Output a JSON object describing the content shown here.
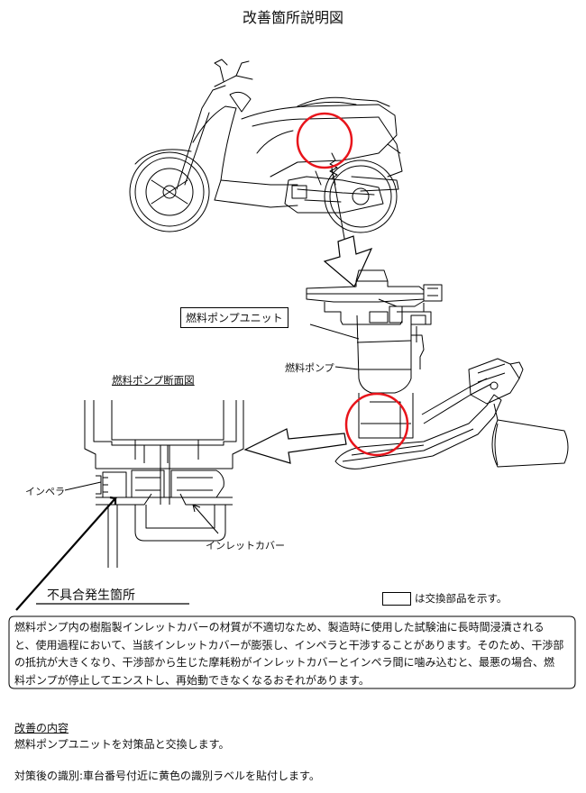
{
  "page_title": "改善箇所説明図",
  "labels": {
    "pump_unit": "燃料ポンプユニット",
    "fuel_pump": "燃料ポンプ",
    "section_view": "燃料ポンプ断面図",
    "impeller": "インペラ",
    "inlet_cover": "インレットカバー",
    "defect_location": "不具合発生箇所"
  },
  "legend": {
    "text": "は交換部品を示す。"
  },
  "description": "燃料ポンプ内の樹脂製インレットカバーの材質が不適切なため、製造時に使用した試験油に長時間浸漬されると、使用過程において、当該インレットカバーが膨張し、インペラと干渉することがあります。そのため、干渉部の抵抗が大きくなり、干渉部から生じた摩耗粉がインレットカバーとインペラ間に噛み込むと、最悪の場合、燃料ポンプが停止してエンストし、再始動できなくなるおそれがあります。",
  "improvement": {
    "heading": "改善の内容",
    "body": "燃料ポンプユニットを対策品と交換します。"
  },
  "identification": "対策後の識別:車台番号付近に黄色の識別ラベルを貼付します。",
  "colors": {
    "highlight_circle": "#e8141b",
    "line": "#000000"
  }
}
